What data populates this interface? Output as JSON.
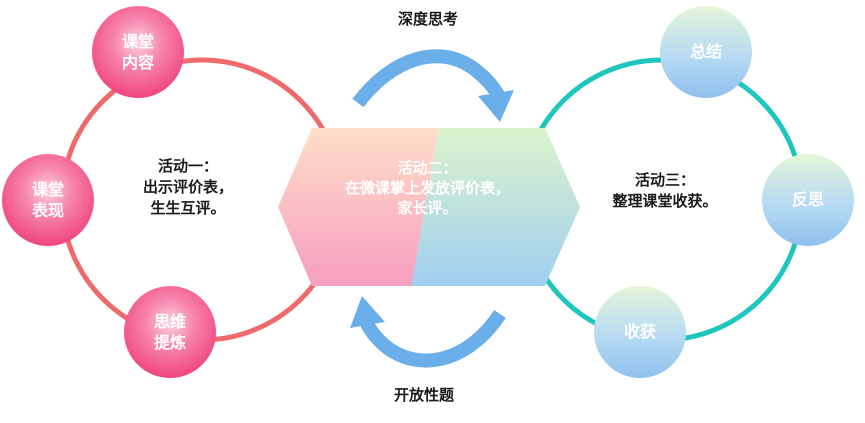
{
  "top_label": "深度思考",
  "bottom_label": "开放性题",
  "activity1": {
    "lines": [
      "活动一：",
      "出示评价表，",
      "生生互评。"
    ]
  },
  "activity2": {
    "lines": [
      "活动二：",
      "在微课掌上发放评价表，",
      "家长评。"
    ]
  },
  "activity3": {
    "lines": [
      "活动三：",
      "整理课堂收获。"
    ]
  },
  "left_nodes": [
    {
      "lines": [
        "课堂",
        "内容"
      ]
    },
    {
      "lines": [
        "课堂",
        "表现"
      ]
    },
    {
      "lines": [
        "思维",
        "提炼"
      ]
    }
  ],
  "right_nodes": [
    {
      "lines": [
        "总结"
      ]
    },
    {
      "lines": [
        "反思"
      ]
    },
    {
      "lines": [
        "收获"
      ]
    }
  ],
  "colors": {
    "left_ring": "#ef6b6b",
    "right_ring": "#1fc6bd",
    "arrow": "#6aaeea",
    "pink_node": "#f24f8c",
    "blue_node": "#8fc4ee"
  }
}
